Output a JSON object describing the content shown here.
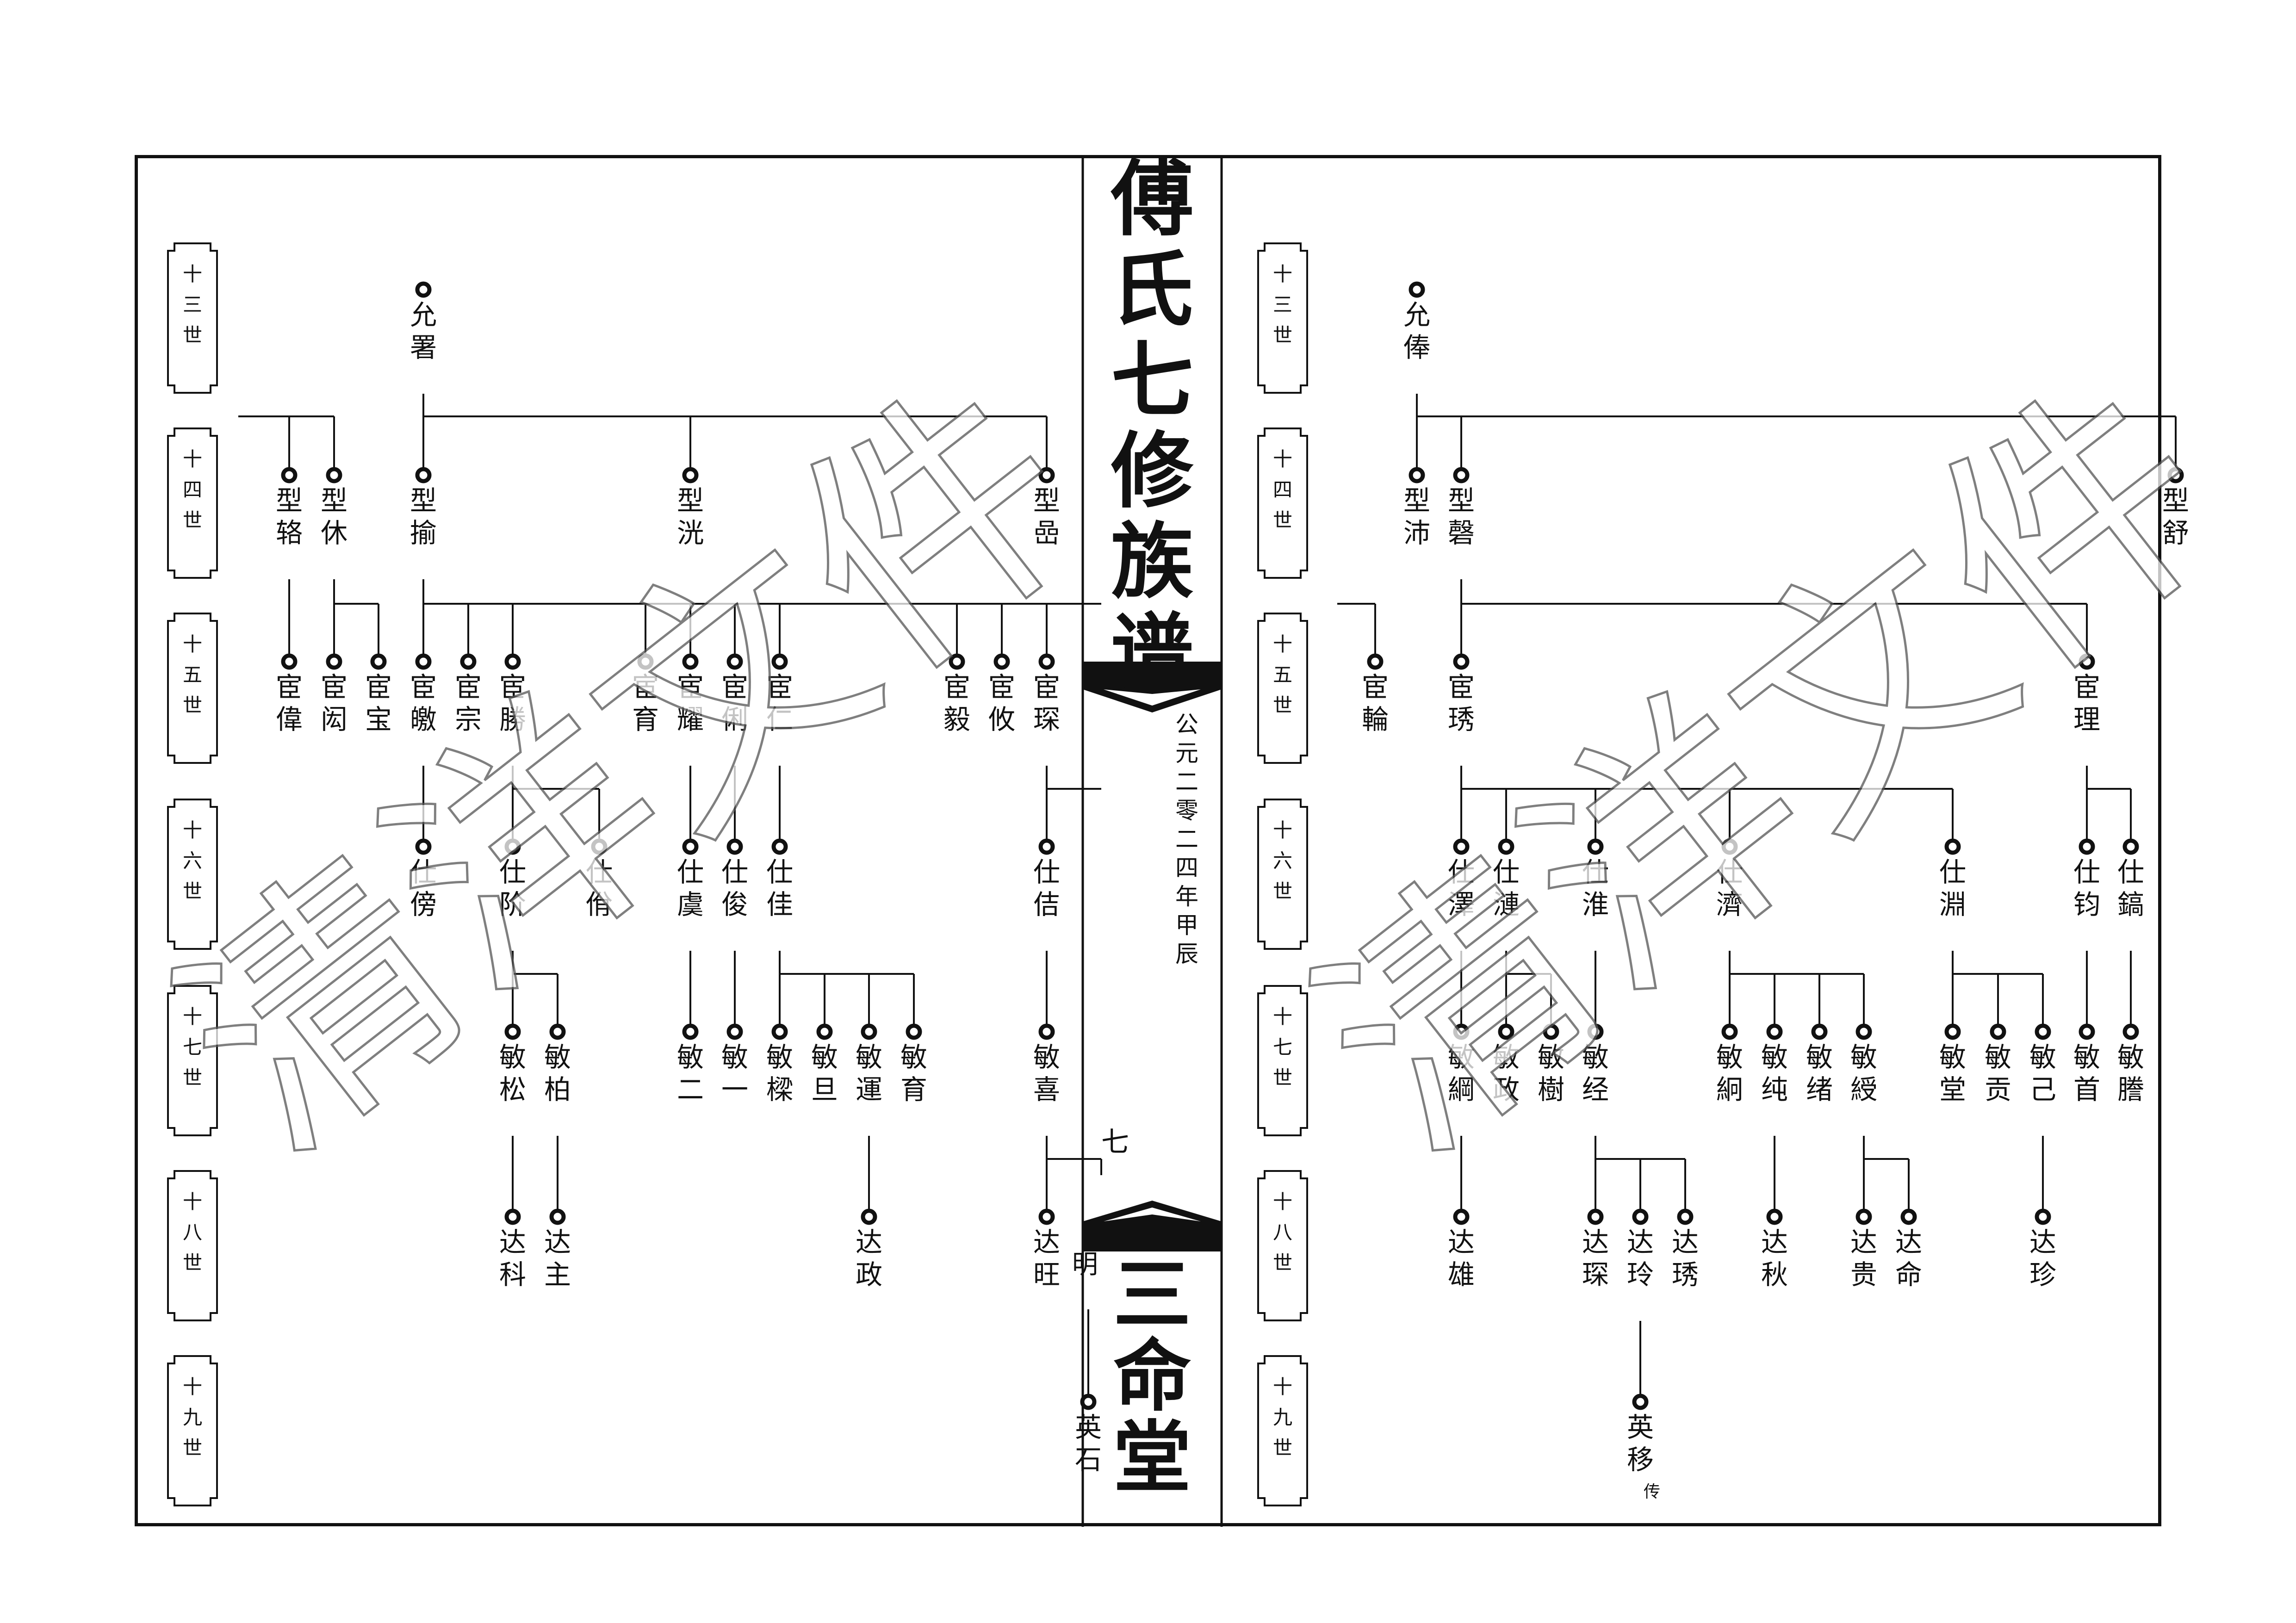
{
  "document": {
    "spine": {
      "title": "傅氏七修族谱",
      "date": "公元二零二四年甲辰",
      "page_number": "七",
      "hall_name": "三命堂",
      "left_side_text": "明"
    },
    "generation_labels": [
      "十三世",
      "十四世",
      "十五世",
      "十六世",
      "十七世",
      "十八世",
      "十九世"
    ],
    "watermark": "清洋文件",
    "annotation": "传",
    "left_page_people": [
      {
        "id": "L1",
        "name": "允署",
        "gen": 13
      },
      {
        "id": "L2",
        "name": "型辂",
        "gen": 14
      },
      {
        "id": "L3",
        "name": "型休",
        "gen": 14
      },
      {
        "id": "L4",
        "name": "型揄",
        "gen": 14
      },
      {
        "id": "L5",
        "name": "型洸",
        "gen": 14
      },
      {
        "id": "L6",
        "name": "型嵒",
        "gen": 14
      },
      {
        "id": "L7",
        "name": "宦偉",
        "gen": 15
      },
      {
        "id": "L8",
        "name": "宦闳",
        "gen": 15
      },
      {
        "id": "L9",
        "name": "宦宝",
        "gen": 15
      },
      {
        "id": "L10",
        "name": "宦皦",
        "gen": 15
      },
      {
        "id": "L11",
        "name": "宦宗",
        "gen": 15
      },
      {
        "id": "L12",
        "name": "宦勝",
        "gen": 15
      },
      {
        "id": "L13",
        "name": "宦育",
        "gen": 15
      },
      {
        "id": "L14",
        "name": "宦耀",
        "gen": 15
      },
      {
        "id": "L15",
        "name": "宦俐",
        "gen": 15
      },
      {
        "id": "L16",
        "name": "宦仁",
        "gen": 15
      },
      {
        "id": "L17",
        "name": "宦毅",
        "gen": 15
      },
      {
        "id": "L18",
        "name": "宦攸",
        "gen": 15
      },
      {
        "id": "L19",
        "name": "宦琛",
        "gen": 15
      },
      {
        "id": "L20",
        "name": "仕傍",
        "gen": 16
      },
      {
        "id": "L21",
        "name": "仕阶",
        "gen": 16
      },
      {
        "id": "L22",
        "name": "仕佾",
        "gen": 16
      },
      {
        "id": "L23",
        "name": "仕虞",
        "gen": 16
      },
      {
        "id": "L24",
        "name": "仕俊",
        "gen": 16
      },
      {
        "id": "L25",
        "name": "仕佳",
        "gen": 16
      },
      {
        "id": "L26",
        "name": "仕佶",
        "gen": 16
      },
      {
        "id": "L27",
        "name": "敏松",
        "gen": 17
      },
      {
        "id": "L28",
        "name": "敏柏",
        "gen": 17
      },
      {
        "id": "L29",
        "name": "敏二",
        "gen": 17
      },
      {
        "id": "L30",
        "name": "敏一",
        "gen": 17
      },
      {
        "id": "L31",
        "name": "敏樑",
        "gen": 17
      },
      {
        "id": "L32",
        "name": "敏旦",
        "gen": 17
      },
      {
        "id": "L33",
        "name": "敏運",
        "gen": 17
      },
      {
        "id": "L34",
        "name": "敏育",
        "gen": 17
      },
      {
        "id": "L35",
        "name": "敏喜",
        "gen": 17
      },
      {
        "id": "L36",
        "name": "达科",
        "gen": 18
      },
      {
        "id": "L37",
        "name": "达主",
        "gen": 18
      },
      {
        "id": "L38",
        "name": "达政",
        "gen": 18
      },
      {
        "id": "L39",
        "name": "达旺",
        "gen": 18
      },
      {
        "id": "L40",
        "name": "英石",
        "gen": 19
      }
    ],
    "right_page_people": [
      {
        "id": "R1",
        "name": "允俸",
        "gen": 13
      },
      {
        "id": "R2",
        "name": "型沛",
        "gen": 14
      },
      {
        "id": "R3",
        "name": "型磬",
        "gen": 14
      },
      {
        "id": "R4",
        "name": "型舒",
        "gen": 14
      },
      {
        "id": "R5",
        "name": "宦輪",
        "gen": 15
      },
      {
        "id": "R6",
        "name": "宦琇",
        "gen": 15
      },
      {
        "id": "R7",
        "name": "宦理",
        "gen": 15
      },
      {
        "id": "R8",
        "name": "仕澤",
        "gen": 16
      },
      {
        "id": "R9",
        "name": "仕漣",
        "gen": 16
      },
      {
        "id": "R10",
        "name": "仕淮",
        "gen": 16
      },
      {
        "id": "R11",
        "name": "仕濟",
        "gen": 16
      },
      {
        "id": "R12",
        "name": "仕淵",
        "gen": 16
      },
      {
        "id": "R13",
        "name": "仕钧",
        "gen": 16
      },
      {
        "id": "R14",
        "name": "仕鎬",
        "gen": 16
      },
      {
        "id": "R15",
        "name": "敏綱",
        "gen": 17
      },
      {
        "id": "R16",
        "name": "敏政",
        "gen": 17
      },
      {
        "id": "R17",
        "name": "敏樹",
        "gen": 17
      },
      {
        "id": "R18",
        "name": "敏经",
        "gen": 17
      },
      {
        "id": "R19",
        "name": "敏絅",
        "gen": 17
      },
      {
        "id": "R20",
        "name": "敏纯",
        "gen": 17
      },
      {
        "id": "R21",
        "name": "敏绪",
        "gen": 17
      },
      {
        "id": "R22",
        "name": "敏綬",
        "gen": 17
      },
      {
        "id": "R23",
        "name": "敏堂",
        "gen": 17
      },
      {
        "id": "R24",
        "name": "敏贡",
        "gen": 17
      },
      {
        "id": "R25",
        "name": "敏己",
        "gen": 17
      },
      {
        "id": "R26",
        "name": "敏首",
        "gen": 17
      },
      {
        "id": "R27",
        "name": "敏謄",
        "gen": 17
      },
      {
        "id": "R28",
        "name": "达雄",
        "gen": 18
      },
      {
        "id": "R29",
        "name": "达琛",
        "gen": 18
      },
      {
        "id": "R30",
        "name": "达玲",
        "gen": 18
      },
      {
        "id": "R31",
        "name": "达琇",
        "gen": 18
      },
      {
        "id": "R32",
        "name": "达秋",
        "gen": 18
      },
      {
        "id": "R33",
        "name": "达贵",
        "gen": 18
      },
      {
        "id": "R34",
        "name": "达命",
        "gen": 18
      },
      {
        "id": "R35",
        "name": "达珍",
        "gen": 18
      },
      {
        "id": "R36",
        "name": "英移",
        "gen": 19
      }
    ]
  }
}
